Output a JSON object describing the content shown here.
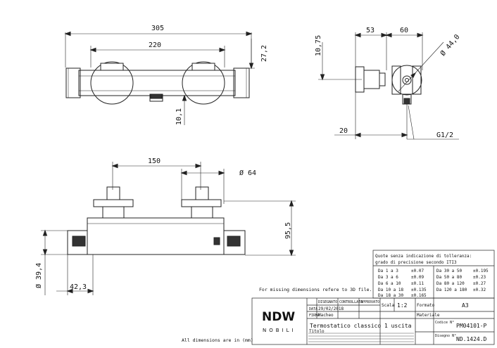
{
  "top_view": {
    "dim_overall": "305",
    "dim_centers": "220",
    "dim_height": "27,2",
    "dim_outlet": "10,1"
  },
  "side_view": {
    "dim_a": "53",
    "dim_b": "60",
    "dim_diameter": "Ø 44,0",
    "dim_height": "10,75",
    "dim_bottom": "20",
    "dim_thread": "G1/2"
  },
  "front_view": {
    "dim_centers": "150",
    "dim_diameter": "Ø 64",
    "dim_height": "95,5",
    "dim_left_diameter": "Ø 39,4",
    "dim_left": "42,3"
  },
  "notes": {
    "missing_dims": "For missing dimensions refere to 3D file.",
    "all_dims": "All dimensions are in (mm)"
  },
  "tolerance_table": {
    "header_line1": "Quote senza indicazione di tolleranza:",
    "header_line2": "grado di precisione secondo ITI3",
    "rows_left": [
      [
        "Da 1 a 3",
        "±0.07"
      ],
      [
        "Da 3 a 6",
        "±0.09"
      ],
      [
        "Da 6 a 10",
        "±0.11"
      ],
      [
        "Da 10 a 18",
        "±0.135"
      ],
      [
        "Da 18 a 30",
        "±0.165"
      ]
    ],
    "rows_right": [
      [
        "Da 30 a 50",
        "±0.195"
      ],
      [
        "Da 50 a 80",
        "±0.23"
      ],
      [
        "Da 80 a 120",
        "±0.27"
      ],
      [
        "Da 120 a 180",
        "±0.32"
      ]
    ]
  },
  "title_block": {
    "logo_main": "NDW",
    "logo_sub": "NOBILI",
    "col_disegnato": "DISEGNATO",
    "col_controllato": "CONTROLLATO",
    "col_approvato": "APPROVATO",
    "label_data": "DATA",
    "date": "29/02/2018",
    "label_firma": "FIRMA",
    "signature": "Macheo",
    "label_scala": "Scala",
    "scale": "1:2",
    "label_formato": "Formato",
    "format": "A3",
    "label_materiale": "Materiale",
    "label_titolo": "Titolo",
    "title": "Termostatico classico 1 uscita",
    "label_codice": "Codice N°",
    "code": "PM04101-P",
    "label_disegno": "Disegno N°",
    "drawing_no": "ND.1424.D"
  }
}
